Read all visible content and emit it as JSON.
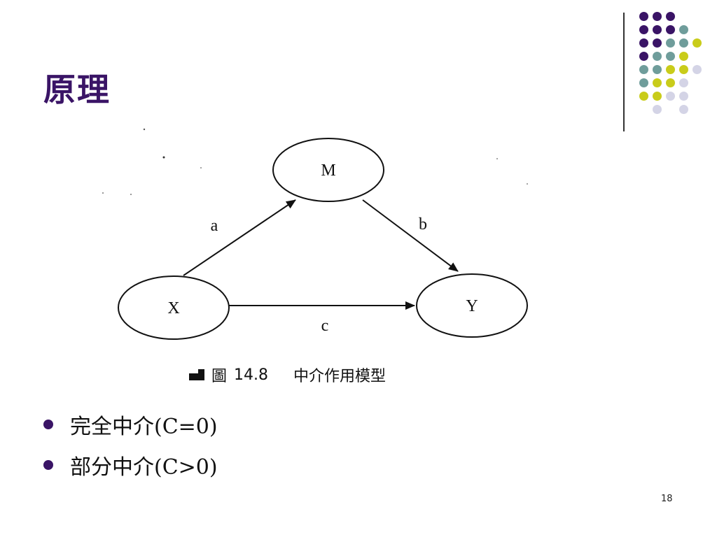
{
  "slide": {
    "title": "原理",
    "page_number": "18"
  },
  "colors": {
    "purple": "#3a1466",
    "teal": "#6f9d9b",
    "yellow": "#c9cc1a",
    "lavender": "#d4d4e6"
  },
  "diagram": {
    "nodes": {
      "m": "M",
      "x": "X",
      "y": "Y"
    },
    "edges": {
      "a": "a",
      "b": "b",
      "c": "c"
    }
  },
  "caption": {
    "prefix": "圖",
    "number": "14.8",
    "text": "中介作用模型"
  },
  "bullets": [
    {
      "text": "完全中介(C=0)"
    },
    {
      "text": "部分中介(C>0)"
    }
  ]
}
